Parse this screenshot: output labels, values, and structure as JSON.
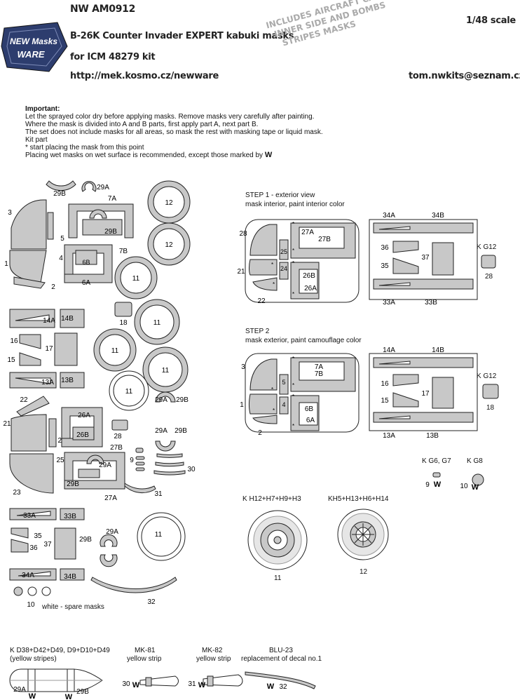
{
  "header": {
    "product_code": "NW AM0912",
    "title": "B-26K Counter Invader EXPERT kabuki masks",
    "subtitle": "for ICM 48279 kit",
    "url": "http://mek.kosmo.cz/newware",
    "email": "tom.nwkits@seznam.cz",
    "scale": "1/48 scale",
    "logo_line1": "NEW Masks",
    "logo_line2": "WARE",
    "stamp_line1": "INCLUDES AIRCRAFT CANOPY",
    "stamp_line2": "INNER SIDE AND BOMBS",
    "stamp_line3": "STRIPES MASKS"
  },
  "notes": {
    "heading": "Important:",
    "line1": "Let the sprayed color dry before applying masks. Remove masks very carefully after painting.",
    "line2": "Where the mask is divided into A and B parts, first apply part A, next part B.",
    "line3": "The set does not include masks for all areas, so mask the rest with masking tape or liquid mask.",
    "line4": "Kit part",
    "line5": "* start placing the mask from this point",
    "line6": "Placing wet masks on wet surface is recommended, except those marked by"
  },
  "step1": {
    "title": "STEP 1 - exterior view",
    "desc": "mask interior, paint interior color",
    "kit_ref": "K G12",
    "kit_num": "28"
  },
  "step2": {
    "title": "STEP 2",
    "desc": "mask exterior, paint camouflage color",
    "kit_ref": "K G12",
    "kit_num": "18"
  },
  "wheels": {
    "kit_small": "K G6, G7",
    "kit_small2": "K G8",
    "wheel1_ref": "K H12+H7+H9+H3",
    "wheel1_num": "11",
    "wheel2_ref": "KH5+H13+H6+H14",
    "wheel2_num": "12"
  },
  "spare_text": "white - spare masks",
  "bombs": {
    "kd_line1": "K D38+D42+D49, D9+D10+D49",
    "kd_line2": "(yellow stripes)",
    "mk81_line1": "MK-81",
    "mk81_line2": "yellow strip",
    "mk82_line1": "MK-82",
    "mk82_line2": "yellow strip",
    "blu_line1": "BLU-23",
    "blu_line2": "replacement of decal no.1"
  },
  "colors": {
    "mask_fill": "#c8c8c8",
    "outline": "#222222"
  }
}
